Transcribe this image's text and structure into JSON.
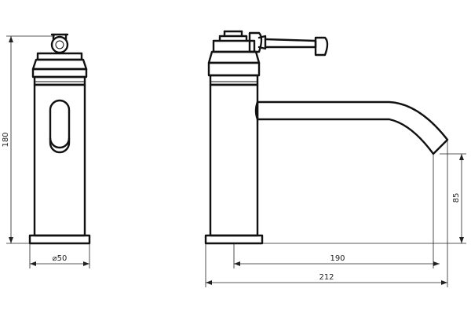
{
  "drawing": {
    "views": [
      "side-view",
      "front-view"
    ],
    "dimensions": {
      "overall_height": "180",
      "base_diameter": "⌀50",
      "spout_reach": "190",
      "overall_length": "212",
      "spout_height": "85"
    }
  }
}
